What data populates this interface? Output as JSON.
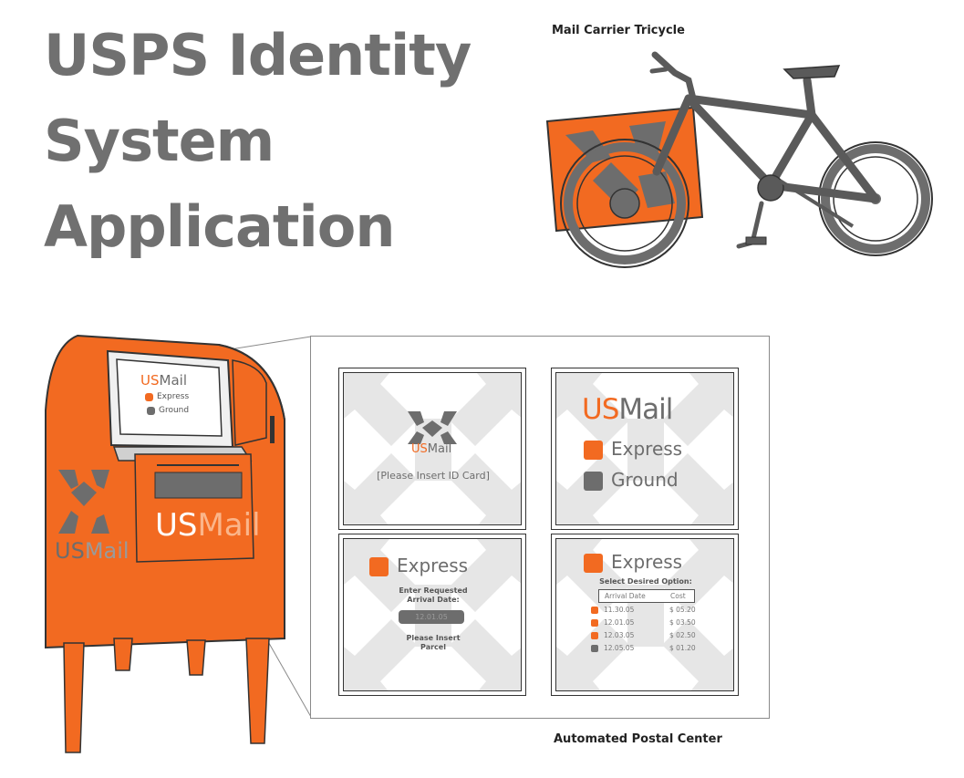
{
  "title": {
    "line1": "USPS Identity",
    "line2": "System",
    "line3": "Application"
  },
  "captions": {
    "tricycle": "Mail Carrier Tricycle",
    "postal_center": "Automated Postal Center"
  },
  "brand": {
    "us": "US",
    "mail": "Mail",
    "orange": "#f26a21",
    "grey": "#6d6d6d"
  },
  "kiosk": {
    "mini_express": "Express",
    "mini_ground": "Ground"
  },
  "screen1": {
    "prompt": "[Please Insert ID Card]"
  },
  "screen2": {
    "express": "Express",
    "ground": "Ground"
  },
  "screen3": {
    "express": "Express",
    "enter_line1": "Enter Requested",
    "enter_line2": "Arrival Date:",
    "date_value": "12.01.05",
    "insert_line1": "Please Insert",
    "insert_line2": "Parcel"
  },
  "screen4": {
    "express": "Express",
    "select_label": "Select Desired Option:",
    "col_date": "Arrival Date",
    "col_cost": "Cost",
    "rows": [
      {
        "date": "11.30.05",
        "cost": "$ 05.20",
        "color": "orange"
      },
      {
        "date": "12.01.05",
        "cost": "$ 03.50",
        "color": "orange"
      },
      {
        "date": "12.03.05",
        "cost": "$ 02.50",
        "color": "orange"
      },
      {
        "date": "12.05.05",
        "cost": "$ 01.20",
        "color": "grey"
      }
    ]
  }
}
